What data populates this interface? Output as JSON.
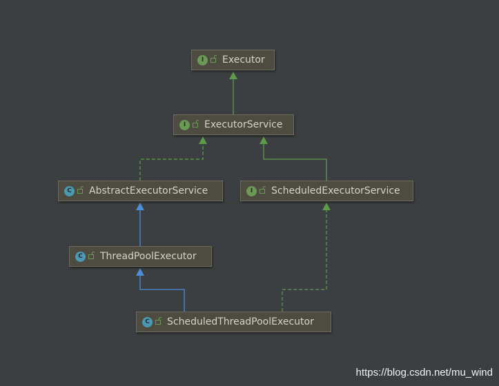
{
  "diagram": {
    "nodes": [
      {
        "id": "executor",
        "kind": "interface",
        "badge": "I",
        "label": "Executor"
      },
      {
        "id": "executor-service",
        "kind": "interface",
        "badge": "I",
        "label": "ExecutorService"
      },
      {
        "id": "abstract-executor-service",
        "kind": "class",
        "badge": "C",
        "label": "AbstractExecutorService"
      },
      {
        "id": "scheduled-executor-service",
        "kind": "interface",
        "badge": "I",
        "label": "ScheduledExecutorService"
      },
      {
        "id": "thread-pool-executor",
        "kind": "class",
        "badge": "C",
        "label": "ThreadPoolExecutor"
      },
      {
        "id": "scheduled-thread-pool-executor",
        "kind": "class",
        "badge": "C",
        "label": "ScheduledThreadPoolExecutor"
      }
    ],
    "edges": [
      {
        "from": "executor-service",
        "to": "executor",
        "relation": "extends"
      },
      {
        "from": "abstract-executor-service",
        "to": "executor-service",
        "relation": "implements"
      },
      {
        "from": "scheduled-executor-service",
        "to": "executor-service",
        "relation": "extends"
      },
      {
        "from": "thread-pool-executor",
        "to": "abstract-executor-service",
        "relation": "extends"
      },
      {
        "from": "scheduled-thread-pool-executor",
        "to": "thread-pool-executor",
        "relation": "extends"
      },
      {
        "from": "scheduled-thread-pool-executor",
        "to": "scheduled-executor-service",
        "relation": "implements"
      }
    ],
    "colors": {
      "background": "#3c3f41",
      "interface_inheritance": "#5f9a4b",
      "class_inheritance": "#4a8fd8",
      "interface_badge": "#6a9a55",
      "class_badge": "#4a9ab5"
    },
    "icons": {
      "interface_badge": "interface-icon",
      "class_badge": "class-icon",
      "visibility": "unlocked-icon"
    }
  },
  "watermark": "https://blog.csdn.net/mu_wind"
}
